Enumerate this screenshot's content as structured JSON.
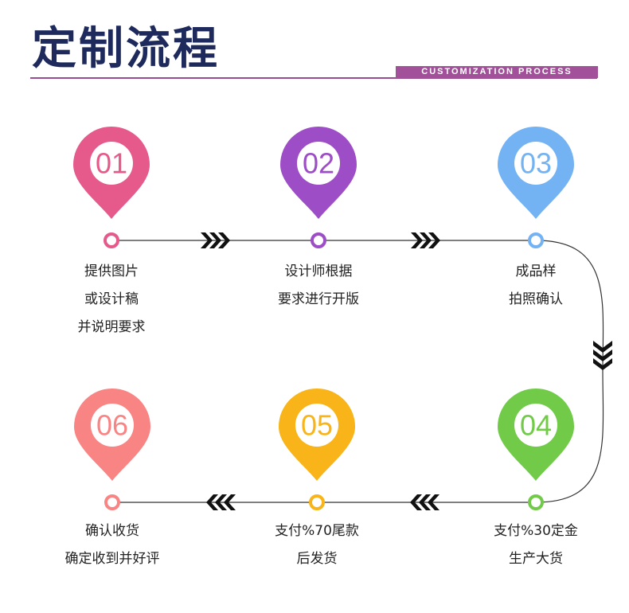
{
  "header": {
    "title": "定制流程",
    "subtitle": "CUSTOMIZATION PROCESS"
  },
  "steps": [
    {
      "number": "01",
      "color": "#e65a8b",
      "lines": [
        "提供图片",
        "或设计稿",
        "并说明要求"
      ]
    },
    {
      "number": "02",
      "color": "#9d4dc5",
      "lines": [
        "设计师根据",
        "要求进行开版"
      ]
    },
    {
      "number": "03",
      "color": "#74b3f3",
      "lines": [
        "成品样",
        "拍照确认"
      ]
    },
    {
      "number": "04",
      "color": "#71cb49",
      "lines": [
        "支付%30定金",
        "生产大货"
      ]
    },
    {
      "number": "05",
      "color": "#f8b418",
      "lines": [
        "支付%70尾款",
        "后发货"
      ]
    },
    {
      "number": "06",
      "color": "#f98484",
      "lines": [
        "确认收货",
        "确定收到并好评"
      ]
    }
  ],
  "arrows": {
    "icon": "triple-chevron-icon",
    "color": "#111111"
  }
}
